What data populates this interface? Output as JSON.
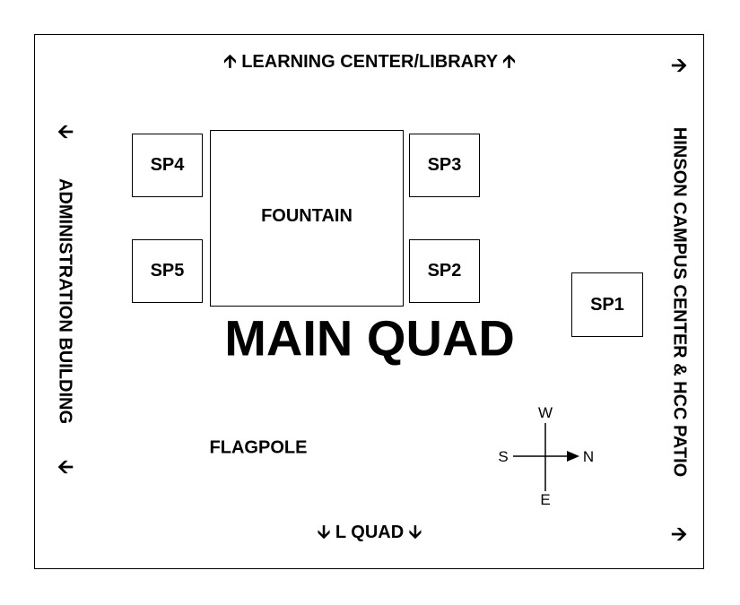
{
  "labels": {
    "top": "LEARNING CENTER/LIBRARY",
    "bottom": "L QUAD",
    "left": "ADMINISTRATION BUILDING",
    "right": "HINSON CAMPUS CENTER & HCC PATIO",
    "title": "MAIN QUAD",
    "flagpole": "FLAGPOLE"
  },
  "boxes": {
    "sp1": "SP1",
    "sp2": "SP2",
    "sp3": "SP3",
    "sp4": "SP4",
    "sp5": "SP5",
    "fountain": "FOUNTAIN"
  },
  "compass": {
    "north": "N",
    "south": "S",
    "east": "E",
    "west": "W"
  },
  "icons": {
    "up": "arrow-up-icon",
    "down": "arrow-down-icon",
    "left": "arrow-left-icon",
    "right": "arrow-right-icon"
  }
}
